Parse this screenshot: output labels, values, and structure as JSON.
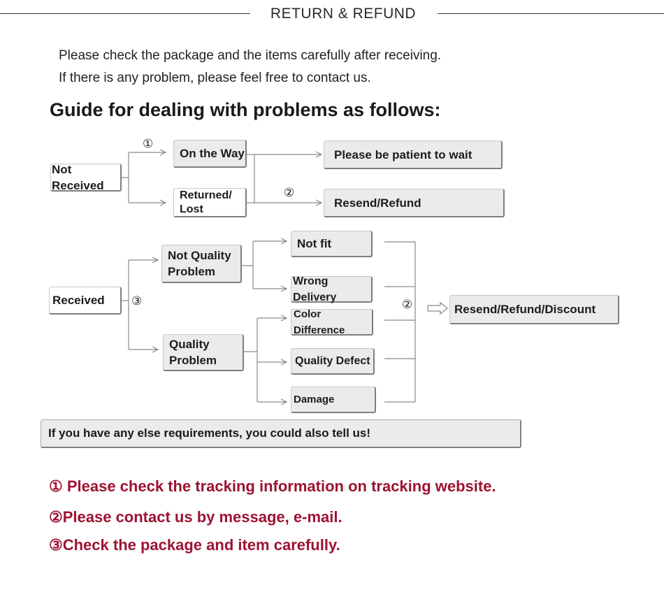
{
  "header": {
    "title": "RETURN & REFUND"
  },
  "intro": [
    "Please check the package and the items carefully after receiving.",
    "If there is any problem, please feel free to contact us."
  ],
  "guide_title": "Guide for dealing with problems as follows:",
  "nodes": {
    "not_received": "Not Received",
    "on_the_way": "On the Way",
    "returned_lost": "Returned/ Lost",
    "be_patient": "Please be patient to wait",
    "resend_refund": "Resend/Refund",
    "received": "Received",
    "not_quality_problem": "Not Quality Problem",
    "quality_problem": "Quality Problem",
    "not_fit": "Not fit",
    "wrong_delivery": "Wrong Delivery",
    "color_difference": "Color Difference",
    "quality_defect": "Quality Defect",
    "damage": "Damage",
    "resend_refund_discount": "Resend/Refund/Discount"
  },
  "markers": {
    "one": "①",
    "two": "②",
    "three": "③"
  },
  "note": "If you have any else requirements, you could also tell us!",
  "steps": [
    "① Please check the tracking information on tracking website.",
    "②Please contact us by message, e-mail.",
    "③Check the package and item carefully."
  ],
  "colors": {
    "accent_red": "#9c1332",
    "box_fill": "#ebebeb",
    "box_shadow": "#7e7e7e"
  }
}
